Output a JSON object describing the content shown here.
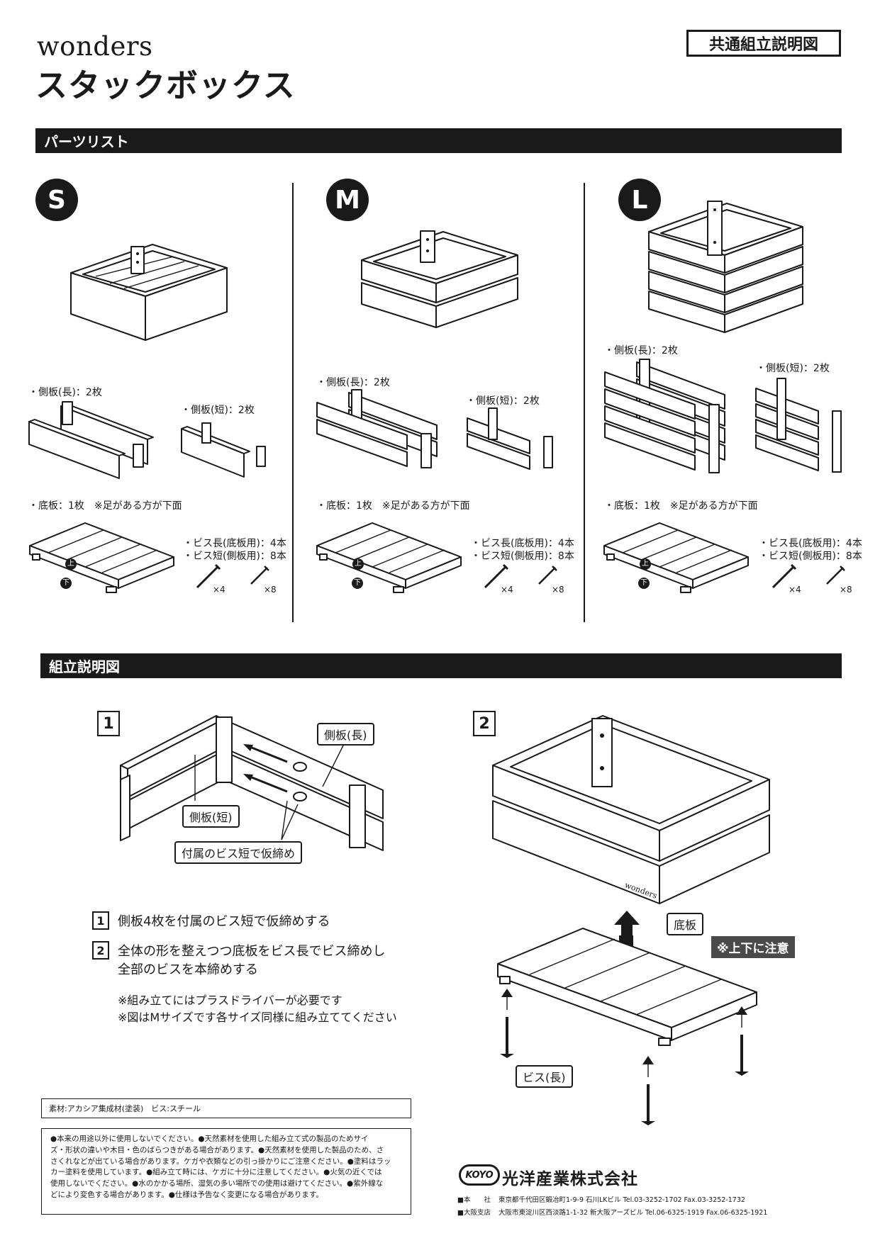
{
  "header": {
    "brand": "wonders",
    "title": "スタックボックス",
    "doc_label": "共通組立説明図"
  },
  "parts_section": {
    "heading": "パーツリスト",
    "sizes": [
      {
        "badge": "S",
        "side_long": "・側板(長)：2枚",
        "side_short": "・側板(短)：2枚",
        "bottom": "・底板：1枚　※足がある方が下面",
        "screw_long": "・ビス長(底板用)：4本",
        "screw_short": "・ビス短(側板用)：8本",
        "qty_long": "×4",
        "qty_short": "×8",
        "top_mark": "上",
        "bottom_mark": "下"
      },
      {
        "badge": "M",
        "side_long": "・側板(長)：2枚",
        "side_short": "・側板(短)：2枚",
        "bottom": "・底板：1枚　※足がある方が下面",
        "screw_long": "・ビス長(底板用)：4本",
        "screw_short": "・ビス短(側板用)：8本",
        "qty_long": "×4",
        "qty_short": "×8",
        "top_mark": "上",
        "bottom_mark": "下"
      },
      {
        "badge": "L",
        "side_long": "・側板(長)：2枚",
        "side_short": "・側板(短)：2枚",
        "bottom": "・底板：1枚　※足がある方が下面",
        "screw_long": "・ビス長(底板用)：4本",
        "screw_short": "・ビス短(側板用)：8本",
        "qty_long": "×4",
        "qty_short": "×8",
        "top_mark": "上",
        "bottom_mark": "下"
      }
    ]
  },
  "assembly_section": {
    "heading": "組立説明図",
    "step1": {
      "number": "1",
      "label_long": "側板(長)",
      "label_short": "側板(短)",
      "label_screw": "付属のビス短で仮締め"
    },
    "step2": {
      "number": "2",
      "label_bottom": "底板",
      "label_caution": "※上下に注意",
      "label_screw": "ビス(長)",
      "engraving": "wonders"
    },
    "instructions": [
      {
        "number": "1",
        "lines": [
          "側板4枚を付属のビス短で仮締めする"
        ]
      },
      {
        "number": "2",
        "lines": [
          "全体の形を整えつつ底板をビス長でビス締めし",
          "全部のビスを本締めする"
        ]
      }
    ],
    "notes": [
      "※組み立てにはプラスドライバーが必要です",
      "※図はMサイズです各サイズ同様に組み立ててください"
    ]
  },
  "footer": {
    "material": "素材:アカシア集成材(塗装)　ビス:スチール",
    "warnings": [
      "●本来の用途以外に使用しないでください。●天然素材を使用した組み立て式の製品のためサイ",
      "ズ・形状の違いや木目・色のばらつきがある場合があります。●天然素材を使用した製品のため、さ",
      "さくれなどが出ている場合があります。ケガや衣類などの引っ掛かりにご注意ください。●塗料はラッ",
      "カー塗料を使用しています。●組み立て時には、ケガに十分に注意してください。●火気の近くでは",
      "使用しないでください。●水のかかる場所、湿気の多い場所での使用は避けてください。●紫外線な",
      "どにより変色する場合があります。●仕様は予告なく変更になる場合があります。"
    ],
    "logo_text": "KOYO",
    "company": "光洋産業株式会社",
    "offices": [
      {
        "name": "■本　　社",
        "address": "東京都千代田区鍛冶町1-9-9 石川LKビル Tel.03-3252-1702  Fax.03-3252-1732"
      },
      {
        "name": "■大阪支店",
        "address": "大阪市東淀川区西淡路1-1-32 新大阪アーズビル Tel.06-6325-1919  Fax.06-6325-1921"
      }
    ]
  }
}
